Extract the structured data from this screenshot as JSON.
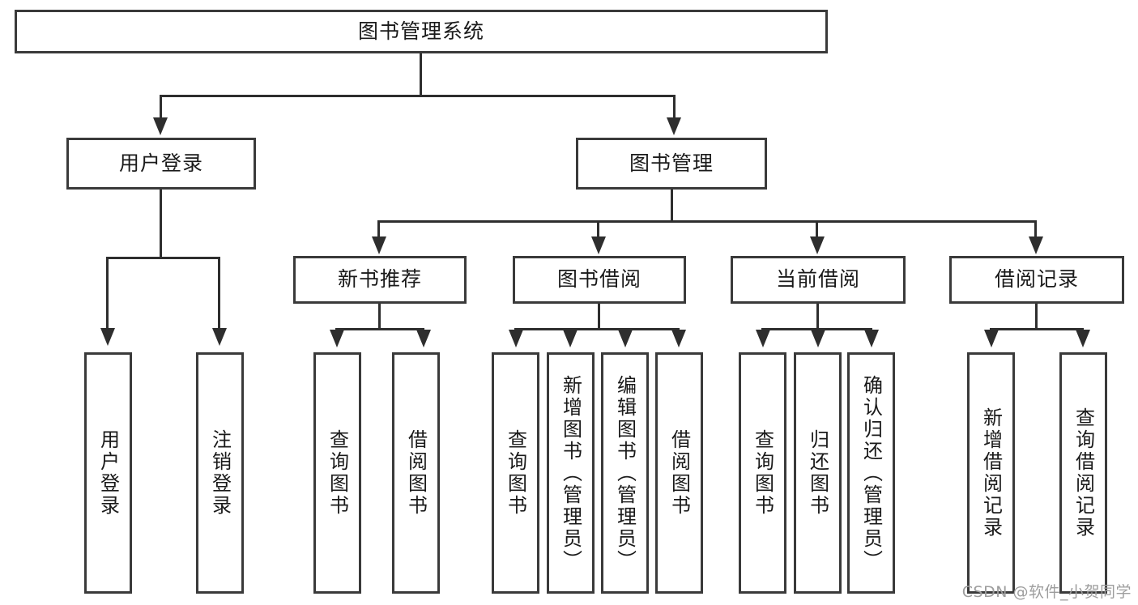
{
  "diagram": {
    "title": "图书管理系统",
    "type": "tree-hierarchy-diagram",
    "root": {
      "label": "图书管理系统"
    },
    "level2": [
      {
        "label": "用户登录"
      },
      {
        "label": "图书管理"
      }
    ],
    "level3": [
      {
        "label": "新书推荐"
      },
      {
        "label": "图书借阅"
      },
      {
        "label": "当前借阅"
      },
      {
        "label": "借阅记录"
      }
    ],
    "leaves": {
      "user_login": [
        {
          "label": "用户登录"
        },
        {
          "label": "注销登录"
        }
      ],
      "new_book_recommend": [
        {
          "label": "查询图书"
        },
        {
          "label": "借阅图书"
        }
      ],
      "book_borrow": [
        {
          "label": "查询图书"
        },
        {
          "label": "新增图书（管理员）"
        },
        {
          "label": "编辑图书（管理员）"
        },
        {
          "label": "借阅图书"
        }
      ],
      "current_borrow": [
        {
          "label": "查询图书"
        },
        {
          "label": "归还图书"
        },
        {
          "label": "确认归还（管理员）"
        }
      ],
      "borrow_record": [
        {
          "label": "新增借阅记录"
        },
        {
          "label": "查询借阅记录"
        }
      ]
    }
  },
  "watermark": {
    "text": "CSDN @软件_小贺同学"
  },
  "colors": {
    "box_border": "#3a3a3a",
    "connector": "#2e2e2e",
    "text": "#1a1a1a",
    "background": "#ffffff",
    "watermark": "#9d9d9d"
  }
}
